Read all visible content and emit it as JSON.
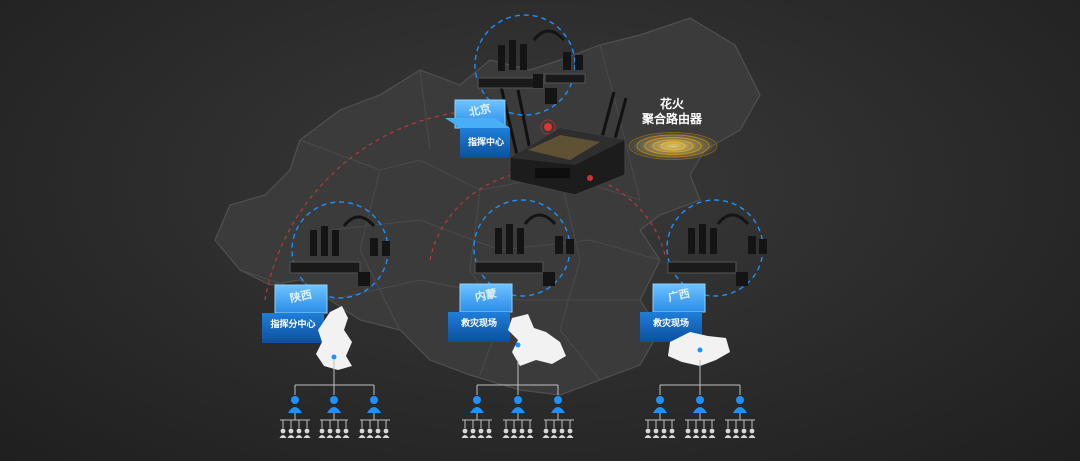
{
  "router": {
    "name_line1": "花火",
    "name_line2": "聚合路由器"
  },
  "command_center": {
    "label": "指挥中心",
    "screen_text": "北京"
  },
  "sites": [
    {
      "label": "指挥分中心",
      "screen_text": "陕西"
    },
    {
      "label": "救灾现场",
      "screen_text": "内蒙"
    },
    {
      "label": "救灾现场",
      "screen_text": "广西"
    }
  ],
  "colors": {
    "background": "#2b2b2b",
    "map": "#3c3c3c",
    "map_border": "#555555",
    "accent_blue": "#1e90ff",
    "signal_red": "#c0392b",
    "signal_gold": "#d4a017"
  }
}
